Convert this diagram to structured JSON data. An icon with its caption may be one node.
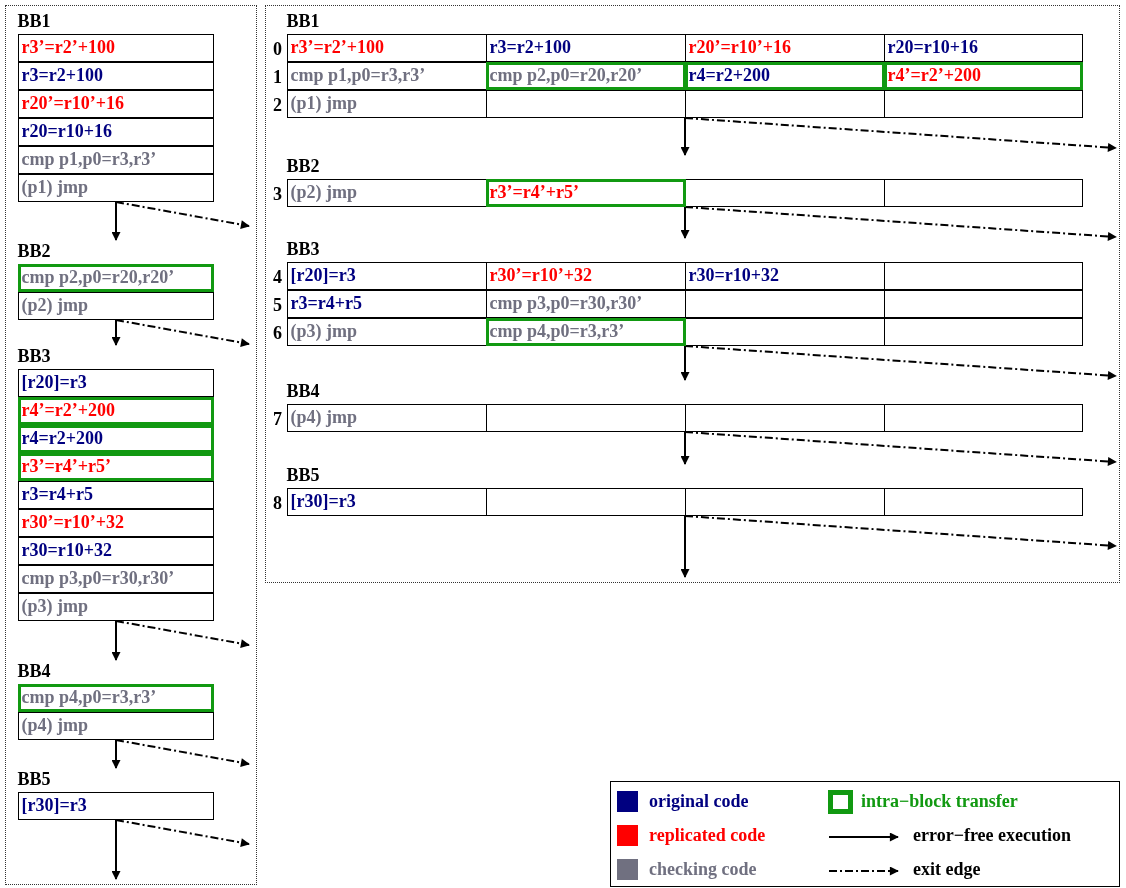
{
  "diagram": {
    "nodes": [
      {
        "text": [],
        "shape": "box"
      },
      {
        "text": [
          "BB1"
        ],
        "in": 0
      },
      {
        "text": [
          "r3’=r2’+100"
        ],
        "in": 1
      },
      {
        "text": [
          "r3=r2+100"
        ],
        "in": 1
      },
      {
        "text": [
          "r20’=r10’+16"
        ],
        "in": 1
      },
      {
        "text": [
          "r20=r10+16"
        ],
        "in": 1
      },
      {
        "text": [
          "cmp p1,p0=r3,r3’"
        ],
        "in": 1
      },
      {
        "text": [
          "(p1) jmp"
        ],
        "in": 1
      },
      {
        "text": [
          "BB2"
        ],
        "in": 0
      },
      {
        "text": [
          "cmp p2,p0=r20,r20’"
        ],
        "in": 8
      },
      {
        "text": [
          "(p2) jmp"
        ],
        "in": 8
      },
      {
        "text": [
          "BB3"
        ],
        "in": 0
      },
      {
        "text": [
          "[r20]=r3"
        ],
        "in": 11
      },
      {
        "text": [
          "r4’=r2’+200"
        ],
        "in": 11
      },
      {
        "text": [
          "r4=r2+200"
        ],
        "in": 11
      },
      {
        "text": [
          "r3’=r4’+r5’"
        ],
        "in": 11
      },
      {
        "text": [
          "r3=r4+r5"
        ],
        "in": 11
      },
      {
        "text": [
          "r30’=r10’+32"
        ],
        "in": 11
      },
      {
        "text": [
          "r30=r10+32"
        ],
        "in": 11
      },
      {
        "text": [
          "cmp p3,p0=r30,r30’"
        ],
        "in": 11
      },
      {
        "text": [
          "(p3) jmp"
        ],
        "in": 11
      },
      {
        "text": [
          "BB4"
        ],
        "in": 0
      },
      {
        "text": [
          "cmp p4,p0=r3,r3’"
        ],
        "in": 21
      },
      {
        "text": [
          "(p4) jmp"
        ],
        "in": 21
      },
      {
        "text": [
          "BB5"
        ],
        "in": 0
      },
      {
        "text": [
          "[r30]=r3"
        ],
        "in": 24
      },
      {
        "text": [],
        "shape": "box"
      },
      {
        "text": [
          "BB1"
        ],
        "in": 26
      },
      {
        "text": [
          "r3’=r2’+100"
        ],
        "in": 27
      },
      {
        "text": [
          "r3=r2+100"
        ],
        "in": 27
      },
      {
        "text": [
          "r20’=r10’+16"
        ],
        "in": 27
      },
      {
        "text": [
          "r20=r10+16"
        ],
        "in": 27
      },
      {
        "text": [
          "cmp p1,p0=r3,r3’"
        ],
        "in": 27
      },
      {
        "text": [
          "cmp p2,p0=r20,r20’"
        ],
        "in": 27
      },
      {
        "text": [
          "r4=r2+200"
        ],
        "in": 27
      },
      {
        "text": [
          "r4’=r2’+200"
        ],
        "in": 27
      },
      {
        "text": [
          "(p1) jmp"
        ],
        "in": 27
      },
      {
        "text": [],
        "shape": "box",
        "in": 27
      },
      {
        "text": [],
        "shape": "box",
        "in": 27
      },
      {
        "text": [],
        "shape": "box",
        "in": 27
      },
      {
        "text": [
          "BB2"
        ],
        "in": 26
      },
      {
        "text": [
          "(p2) jmp"
        ],
        "in": 40
      },
      {
        "text": [
          "r3’=r4’+r5’"
        ],
        "in": 40
      },
      {
        "text": [],
        "shape": "box",
        "in": 40
      },
      {
        "text": [],
        "shape": "box",
        "in": 40
      },
      {
        "text": [
          "BB3"
        ],
        "in": 26
      },
      {
        "text": [
          "[r20]=r3"
        ],
        "in": 45
      },
      {
        "text": [
          "r30’=r10’+32"
        ],
        "in": 45
      },
      {
        "text": [
          "r30=r10+32"
        ],
        "in": 45
      },
      {
        "text": [],
        "shape": "box",
        "in": 45
      },
      {
        "text": [
          "r3=r4+r5"
        ],
        "in": 45
      },
      {
        "text": [
          "cmp p3,p0=r30,r30’"
        ],
        "in": 45
      },
      {
        "text": [],
        "shape": "box",
        "in": 45
      },
      {
        "text": [],
        "shape": "box",
        "in": 45
      },
      {
        "text": [
          "(p3) jmp"
        ],
        "in": 45
      },
      {
        "text": [
          "cmp p4,p0=r3,r3’"
        ],
        "in": 45
      },
      {
        "text": [],
        "shape": "box",
        "in": 45
      },
      {
        "text": [],
        "shape": "box",
        "in": 45
      },
      {
        "text": [
          "BB4"
        ],
        "in": 26
      },
      {
        "text": [
          "(p4) jmp"
        ],
        "in": 58
      },
      {
        "text": [],
        "shape": "box",
        "in": 58
      },
      {
        "text": [],
        "shape": "box",
        "in": 58
      },
      {
        "text": [],
        "shape": "box",
        "in": 58
      },
      {
        "text": [
          "BB5"
        ],
        "in": 26
      },
      {
        "text": [
          "[r30]=r3"
        ],
        "in": 63
      },
      {
        "text": [],
        "shape": "box",
        "in": 63
      },
      {
        "text": [],
        "shape": "box",
        "in": 63
      },
      {
        "text": [],
        "shape": "box",
        "in": 63
      }
    ],
    "edges": [
      {
        "from": 1,
        "to": 8,
        "arrow": "to"
      },
      {
        "from": 1,
        "to": null,
        "arrow": "to",
        "style": "dashed"
      },
      {
        "from": 8,
        "to": 11,
        "arrow": "to"
      },
      {
        "from": 8,
        "to": null,
        "arrow": "to",
        "style": "dashed"
      },
      {
        "from": 11,
        "to": 21,
        "arrow": "to"
      },
      {
        "from": 11,
        "to": null,
        "arrow": "to",
        "style": "dashed"
      },
      {
        "from": 21,
        "to": 24,
        "arrow": "to"
      },
      {
        "from": 21,
        "to": null,
        "arrow": "to",
        "style": "dashed"
      },
      {
        "from": 24,
        "to": null,
        "arrow": "to"
      },
      {
        "from": 24,
        "to": null,
        "arrow": "to",
        "style": "dashed"
      },
      {
        "from": 27,
        "to": 40,
        "arrow": "to"
      },
      {
        "from": 27,
        "to": null,
        "arrow": "to",
        "style": "dashed"
      },
      {
        "from": 40,
        "to": 45,
        "arrow": "to"
      },
      {
        "from": 40,
        "to": null,
        "arrow": "to",
        "style": "dashed"
      },
      {
        "from": 45,
        "to": 58,
        "arrow": "to"
      },
      {
        "from": 45,
        "to": null,
        "arrow": "to",
        "style": "dashed"
      },
      {
        "from": 58,
        "to": 63,
        "arrow": "to"
      },
      {
        "from": 58,
        "to": null,
        "arrow": "to",
        "style": "dashed"
      },
      {
        "from": 63,
        "to": null,
        "arrow": "to"
      },
      {
        "from": 63,
        "to": null,
        "arrow": "to",
        "style": "dashed"
      }
    ],
    "labels": [
      "0",
      "1",
      "2",
      "3",
      "4",
      "5",
      "6",
      "7",
      "8"
    ],
    "legend": [
      {
        "text": "original code",
        "color": "#000080"
      },
      {
        "text": "replicated code",
        "color": "#ff0000"
      },
      {
        "text": "checking code",
        "color": "#707080"
      },
      {
        "text": "intra−block transfer"
      },
      {
        "text": "error−free execution"
      },
      {
        "text": "exit edge"
      }
    ]
  }
}
